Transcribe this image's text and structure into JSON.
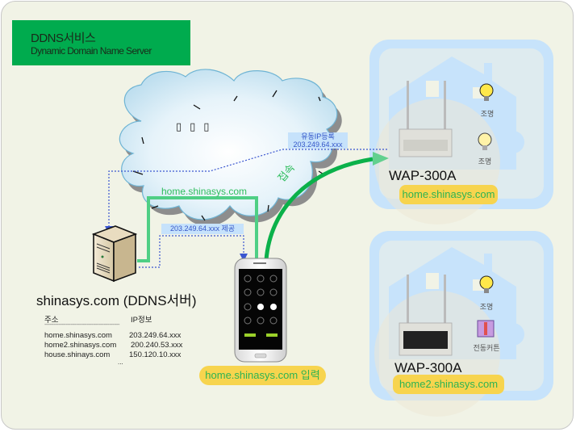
{
  "header": {
    "title": "DDNS서비스",
    "subtitle": "Dynamic Domain Name Server"
  },
  "cloud": {
    "glyphs": "▯▯▯",
    "dynamic_ip_label": "유동IP등록",
    "dynamic_ip_value": "203.249.64.xxx",
    "provide_label": "203.249.64.xxx 제공",
    "domain_query": "home.shinasys.com",
    "connect_label": "접속"
  },
  "server": {
    "title": "shinasys.com (DDNS서버)",
    "columns": [
      "주소",
      "IP정보"
    ],
    "divider": "-------------------------------------------",
    "rows": [
      {
        "address": "home.shinasys.com",
        "ip": "203.249.64.xxx"
      },
      {
        "address": "home2.shinasys.com",
        "ip": "200.240.53.xxx"
      },
      {
        "address": "house.shinays.com",
        "ip": "150.120.10.xxx"
      }
    ],
    "ellipsis": "..."
  },
  "phone": {
    "input_pill": "home.shinasys.com 입력"
  },
  "homes": [
    {
      "device": "WAP-300A",
      "domain": "home.shinasys.com",
      "appliances": [
        {
          "icon": "lightbulb-icon",
          "label": "조명"
        },
        {
          "icon": "lightbulb-icon",
          "label": "조명"
        }
      ]
    },
    {
      "device": "WAP-300A",
      "domain": "home2.shinasys.com",
      "appliances": [
        {
          "icon": "lightbulb-icon",
          "label": "조명"
        },
        {
          "icon": "curtain-icon",
          "label": "전동커튼"
        }
      ]
    }
  ],
  "colors": {
    "background": "#f1f3e6",
    "title_box": "#00ab4e",
    "green_line": "#4fcf85",
    "green_arrow": "#0bb14a",
    "dotted_blue": "#3a56d0",
    "house_blue": "#c7e3fb",
    "pill_yellow": "#f7d44e"
  }
}
